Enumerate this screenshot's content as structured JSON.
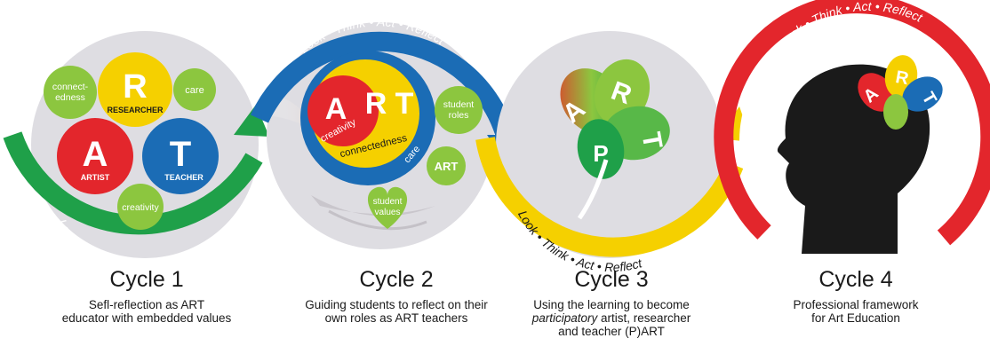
{
  "arc_label": "Look • Think • Act • Reflect",
  "colors": {
    "green": "#1fa049",
    "blue": "#1b6cb5",
    "yellow": "#f5d000",
    "red": "#e3262c",
    "grey_disc": "#dedde2",
    "leaf_green": "#8cc63f"
  },
  "cycle1": {
    "letters": {
      "a": "A",
      "r": "R",
      "t": "T"
    },
    "labels": {
      "researcher": "RESEARCHER",
      "artist": "ARTIST",
      "teacher": "TEACHER"
    },
    "values": {
      "connect_line1": "connect-",
      "connect_line2": "edness",
      "care": "care",
      "creativity": "creativity"
    },
    "title": "Cycle 1",
    "desc_line1": "Sefl-reflection as ART",
    "desc_line2": "educator with embedded values"
  },
  "cycle2": {
    "letters": {
      "a": "A",
      "r": "R",
      "t": "T"
    },
    "ring_labels": {
      "creativity": "creativity",
      "connectedness": "connectedness",
      "care": "care"
    },
    "bubbles": {
      "student_roles_line1": "student",
      "student_roles_line2": "roles",
      "art": "ART",
      "student_values_line1": "student",
      "student_values_line2": "values"
    },
    "title": "Cycle 2",
    "desc_line1": "Guiding students to reflect on their",
    "desc_line2": "own roles as ART teachers"
  },
  "cycle3": {
    "letters": {
      "a": "A",
      "r": "R",
      "t": "T",
      "p": "P"
    },
    "title": "Cycle 3",
    "desc_line1": "Using the learning to become",
    "desc_line2_em": "participatory",
    "desc_line2_rest": " artist, researcher",
    "desc_line3": "and teacher (P)ART"
  },
  "cycle4": {
    "letters": {
      "a": "A",
      "r": "R",
      "t": "T"
    },
    "title": "Cycle 4",
    "desc_line1": "Professional framework",
    "desc_line2": "for Art Education"
  }
}
